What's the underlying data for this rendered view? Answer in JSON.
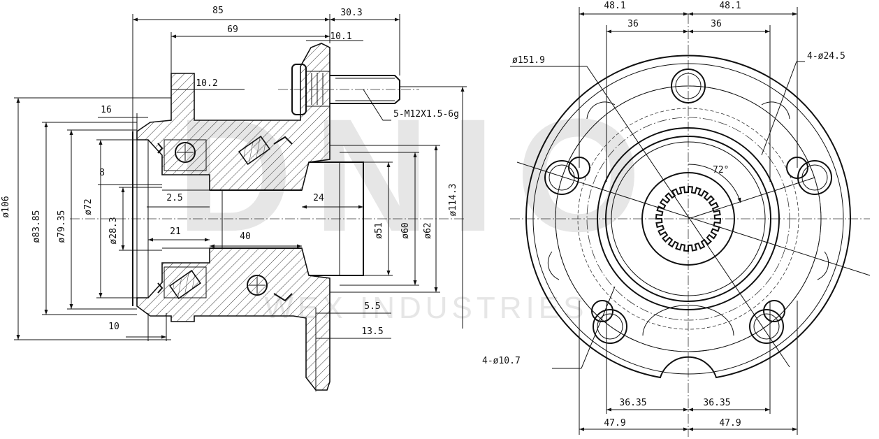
{
  "watermark": {
    "brand": "DNIO",
    "subtitle": "WEX INDUSTRIES"
  },
  "side_view": {
    "d_85": "85",
    "d_30_3": "30.3",
    "d_69": "69",
    "d_10_1": "10.1",
    "d_10_2": "10.2",
    "d_16": "16",
    "d_8": "8",
    "d_2_5": "2.5",
    "d_21": "21",
    "d_40": "40",
    "d_24": "24",
    "d_5_5": "5.5",
    "d_13_5": "13.5",
    "d_10": "10",
    "thread": "5-M12X1.5-6g",
    "dia_106": "ø106",
    "dia_83_85": "ø83.85",
    "dia_79_35": "ø79.35",
    "dia_72": "ø72",
    "dia_28_3": "ø28.3",
    "dia_51": "ø51",
    "dia_60": "ø60",
    "dia_62": "ø62",
    "dia_114_3": "ø114.3"
  },
  "front_view": {
    "d_48_1_left": "48.1",
    "d_48_1_right": "48.1",
    "d_36_left": "36",
    "d_36_right": "36",
    "dia_151_9": "ø151.9",
    "holes_24_5": "4-ø24.5",
    "angle": "72°",
    "holes_10_7": "4-ø10.7",
    "d_36_35_left": "36.35",
    "d_36_35_right": "36.35",
    "d_47_9_left": "47.9",
    "d_47_9_right": "47.9"
  }
}
